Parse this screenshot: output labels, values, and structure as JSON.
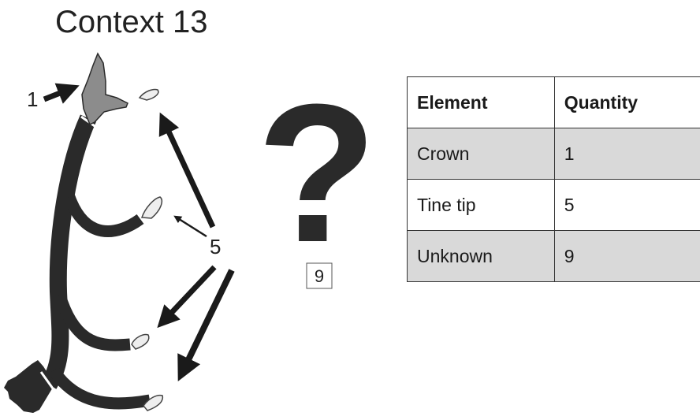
{
  "title": "Context 13",
  "labels": {
    "crown_count": "1",
    "tine_count": "5",
    "unknown_count": "9"
  },
  "question_mark": "?",
  "colors": {
    "antler": "#2a2a2a",
    "crown_fill": "#8c8c8c",
    "tine_fill": "#eeeeee",
    "row_shade": "#d9d9d9"
  },
  "table": {
    "headers": [
      "Element",
      "Quantity"
    ],
    "rows": [
      [
        "Crown",
        "1"
      ],
      [
        "Tine tip",
        "5"
      ],
      [
        "Unknown",
        "9"
      ]
    ]
  }
}
